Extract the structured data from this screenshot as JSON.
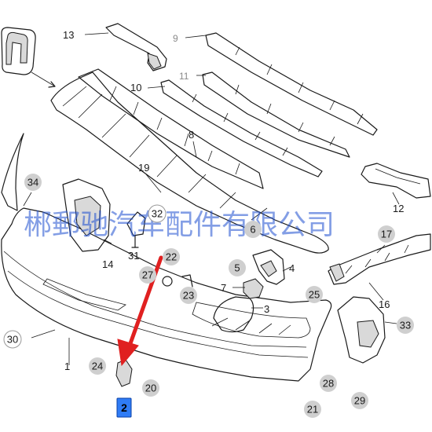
{
  "watermark": "郴郵驰汽车配件有限公司",
  "callouts": {
    "p1": "1",
    "p2": "2",
    "p3": "3",
    "p4": "4",
    "p5": "5",
    "p6": "6",
    "p7": "7",
    "p8": "8",
    "p9": "9",
    "p10": "10",
    "p11": "11",
    "p12": "12",
    "p13": "13",
    "p14": "14",
    "p16": "16",
    "p17": "17",
    "p19": "19",
    "p20": "20",
    "p21": "21",
    "p22": "22",
    "p23": "23",
    "p24": "24",
    "p25": "25",
    "p27": "27",
    "p28": "28",
    "p29": "29",
    "p30": "30",
    "p31": "31",
    "p32": "32",
    "p33": "33",
    "p34": "34"
  },
  "highlight": {
    "label": "2",
    "color": "#2f7cf6",
    "arrow_color": "#e02020"
  }
}
